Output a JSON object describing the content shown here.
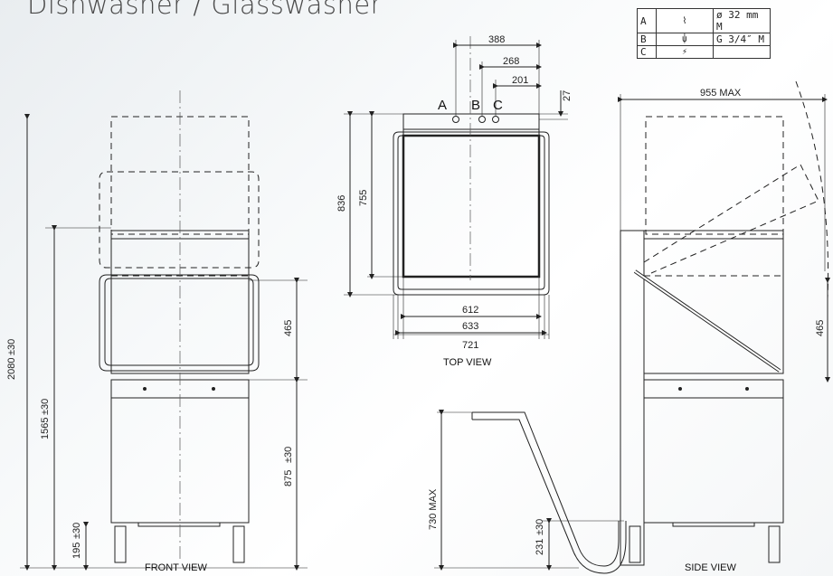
{
  "title": "Dishwasher / Glasswasher",
  "connections_table": [
    {
      "key": "A",
      "icon": "drain-icon",
      "symbol": "⌇",
      "value": "ø 32 mm M"
    },
    {
      "key": "B",
      "icon": "water-tap-icon",
      "symbol": "⍦",
      "value": "G 3/4″ M"
    },
    {
      "key": "C",
      "icon": "electric-icon",
      "symbol": "⚡",
      "value": ""
    }
  ],
  "views": {
    "front": {
      "label": "FRONT VIEW"
    },
    "top": {
      "label": "TOP VIEW"
    },
    "side": {
      "label": "SIDE VIEW"
    }
  },
  "dimensions": {
    "total_height": "2080",
    "base_height": "1565",
    "hood_travel_front": "465",
    "table_height": "875",
    "foot_height": "195",
    "tol": "±30",
    "top_388": "388",
    "top_268": "268",
    "top_201": "201",
    "top_27": "27",
    "depth_836": "836",
    "depth_755": "755",
    "width_612": "612",
    "width_633": "633",
    "width_721": "721",
    "side_955": "955 MAX",
    "side_465": "465",
    "drain_730": "730 MAX",
    "drain_231": "231"
  },
  "connection_labels": {
    "a": "A",
    "b": "B",
    "c": "C"
  }
}
